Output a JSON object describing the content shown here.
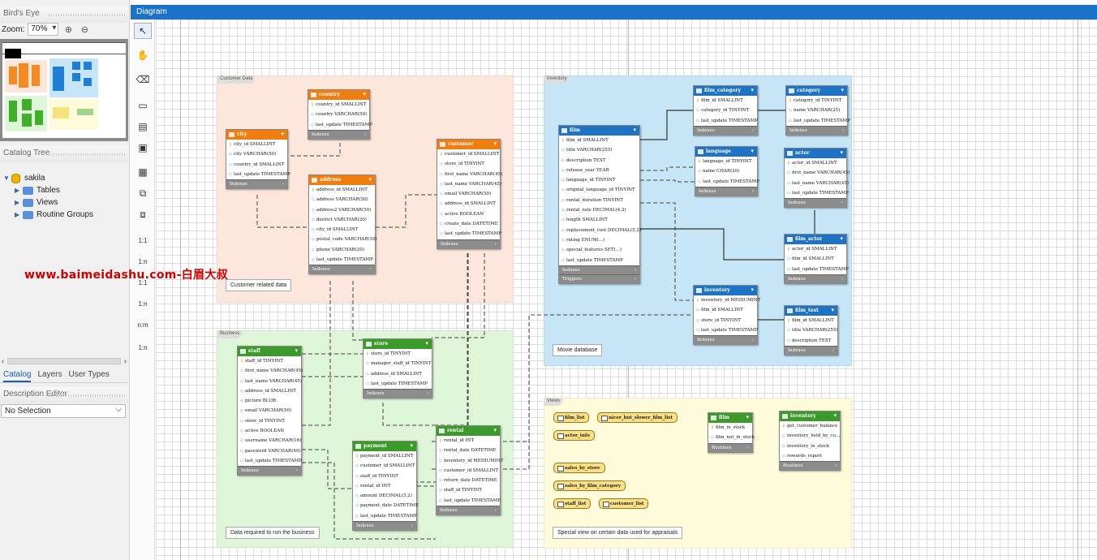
{
  "sidebar": {
    "birds_eye_title": "Bird's Eye",
    "zoom_label": "Zoom:",
    "zoom_value": "70%",
    "catalog_tree_title": "Catalog Tree",
    "schema": "sakila",
    "tree_items": [
      "Tables",
      "Views",
      "Routine Groups"
    ],
    "tabs": [
      "Catalog",
      "Layers",
      "User Types"
    ],
    "description_title": "Description Editor",
    "selection": "No Selection"
  },
  "diagram": {
    "title": "Diagram",
    "layers": {
      "customer": {
        "title": "Customer Data",
        "note": "Customer related data",
        "color": "#fde6dc"
      },
      "inventory": {
        "title": "Inventory",
        "note": "Movie database",
        "color": "#c6e6f7"
      },
      "business": {
        "title": "Business",
        "note": "Data required to run the business",
        "color": "#dff5d8"
      },
      "views": {
        "title": "Views",
        "note": "Special view on certain data used for appraisals",
        "color": "#fdfbd9"
      }
    }
  },
  "tables": {
    "country": {
      "name": "country",
      "color": "#f07d0f",
      "cols": [
        "country_id SMALLINT",
        "country VARCHAR(50)",
        "last_update TIMESTAMP"
      ],
      "footer": "Indexes"
    },
    "city": {
      "name": "city",
      "color": "#f07d0f",
      "cols": [
        "city_id SMALLINT",
        "city VARCHAR(50)",
        "country_id SMALLINT",
        "last_update TIMESTAMP"
      ],
      "footer": "Indexes"
    },
    "address": {
      "name": "address",
      "color": "#f07d0f",
      "cols": [
        "address_id SMALLINT",
        "address VARCHAR(50)",
        "address2 VARCHAR(50)",
        "district VARCHAR(20)",
        "city_id SMALLINT",
        "postal_code VARCHAR(10)",
        "phone VARCHAR(20)",
        "last_update TIMESTAMP"
      ],
      "footer": "Indexes"
    },
    "customer": {
      "name": "customer",
      "color": "#f07d0f",
      "cols": [
        "customer_id SMALLINT",
        "store_id TINYINT",
        "first_name VARCHAR(45)",
        "last_name VARCHAR(45)",
        "email VARCHAR(50)",
        "address_id SMALLINT",
        "active BOOLEAN",
        "create_date DATETIME",
        "last_update TIMESTAMP"
      ],
      "footer": "Indexes"
    },
    "film": {
      "name": "film",
      "color": "#1f73c4",
      "cols": [
        "film_id SMALLINT",
        "title VARCHAR(255)",
        "description TEXT",
        "release_year YEAR",
        "language_id TINYINT",
        "original_language_id TINYINT",
        "rental_duration TINYINT",
        "rental_rate DECIMAL(4,2)",
        "length SMALLINT",
        "replacement_cost DECIMAL(5,2)",
        "rating ENUM(...)",
        "special_features SET(...)",
        "last_update TIMESTAMP"
      ],
      "footer": "Indexes",
      "footer2": "Triggers"
    },
    "film_category": {
      "name": "film_category",
      "color": "#1f73c4",
      "cols": [
        "film_id SMALLINT",
        "category_id TINYINT",
        "last_update TIMESTAMP"
      ],
      "footer": "Indexes"
    },
    "category": {
      "name": "category",
      "color": "#1f73c4",
      "cols": [
        "category_id TINYINT",
        "name VARCHAR(25)",
        "last_update TIMESTAMP"
      ],
      "footer": "Indexes"
    },
    "language": {
      "name": "language",
      "color": "#1f73c4",
      "cols": [
        "language_id TINYINT",
        "name CHAR(20)",
        "last_update TIMESTAMP"
      ],
      "footer": "Indexes"
    },
    "actor": {
      "name": "actor",
      "color": "#1f73c4",
      "cols": [
        "actor_id SMALLINT",
        "first_name VARCHAR(45)",
        "last_name VARCHAR(45)",
        "last_update TIMESTAMP"
      ],
      "footer": "Indexes"
    },
    "film_actor": {
      "name": "film_actor",
      "color": "#1f73c4",
      "cols": [
        "actor_id SMALLINT",
        "film_id SMALLINT",
        "last_update TIMESTAMP"
      ],
      "footer": "Indexes"
    },
    "inventory": {
      "name": "inventory",
      "color": "#1f73c4",
      "cols": [
        "inventory_id MEDIUMINT",
        "film_id SMALLINT",
        "store_id TINYINT",
        "last_update TIMESTAMP"
      ],
      "footer": "Indexes"
    },
    "film_text": {
      "name": "film_text",
      "color": "#1f73c4",
      "cols": [
        "film_id SMALLINT",
        "title VARCHAR(255)",
        "description TEXT"
      ],
      "footer": "Indexes"
    },
    "staff": {
      "name": "staff",
      "color": "#3b9a2a",
      "cols": [
        "staff_id TINYINT",
        "first_name VARCHAR(45)",
        "last_name VARCHAR(45)",
        "address_id SMALLINT",
        "picture BLOB",
        "email VARCHAR(50)",
        "store_id TINYINT",
        "active BOOLEAN",
        "username VARCHAR(16)",
        "password VARCHAR(40)",
        "last_update TIMESTAMP"
      ],
      "footer": "Indexes"
    },
    "store": {
      "name": "store",
      "color": "#3b9a2a",
      "cols": [
        "store_id TINYINT",
        "manager_staff_id TINYINT",
        "address_id SMALLINT",
        "last_update TIMESTAMP"
      ],
      "footer": "Indexes"
    },
    "payment": {
      "name": "payment",
      "color": "#3b9a2a",
      "cols": [
        "payment_id SMALLINT",
        "customer_id SMALLINT",
        "staff_id TINYINT",
        "rental_id INT",
        "amount DECIMAL(5,2)",
        "payment_date DATETIME",
        "last_update TIMESTAMP"
      ],
      "footer": "Indexes"
    },
    "rental": {
      "name": "rental",
      "color": "#3b9a2a",
      "cols": [
        "rental_id INT",
        "rental_date DATETIME",
        "inventory_id MEDIUMINT",
        "customer_id SMALLINT",
        "return_date DATETIME",
        "staff_id TINYINT",
        "last_update TIMESTAMP"
      ],
      "footer": "Indexes"
    },
    "film_v": {
      "name": "film",
      "color": "#3b9a2a",
      "cols": [
        "film_in_stock",
        "film_not_in_stock"
      ],
      "footer": "Routines"
    },
    "inventory_v": {
      "name": "inventory",
      "color": "#3b9a2a",
      "cols": [
        "get_customer_balance",
        "inventory_held_by_cu...",
        "inventory_in_stock",
        "rewards_report"
      ],
      "footer": "Routines"
    }
  },
  "views": [
    "film_list",
    "nicer_but_slower_film_list",
    "actor_info",
    "sales_by_store",
    "sales_by_film_category",
    "staff_list",
    "customer_list"
  ],
  "watermark": "www.baimeidashu.com-白眉大叔"
}
